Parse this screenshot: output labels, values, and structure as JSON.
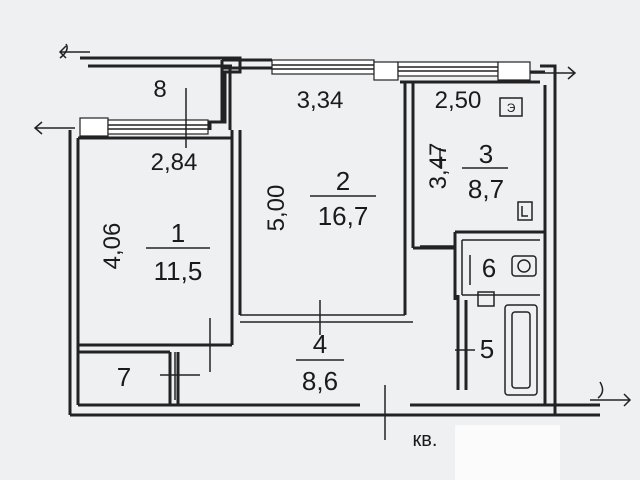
{
  "plan": {
    "rooms": [
      {
        "number": "1",
        "area": "11,5",
        "width": "4,06",
        "depth": "2,84"
      },
      {
        "number": "2",
        "area": "16,7",
        "width": "3,34",
        "depth": "5,00"
      },
      {
        "number": "3",
        "area": "8,7",
        "width": "2,50",
        "depth": "3,47"
      },
      {
        "number": "4",
        "area": "8,6"
      },
      {
        "number": "5"
      },
      {
        "number": "6"
      },
      {
        "number": "7"
      },
      {
        "number": "8"
      }
    ],
    "entrance_label": "кв.",
    "stove_mark": "Э"
  }
}
